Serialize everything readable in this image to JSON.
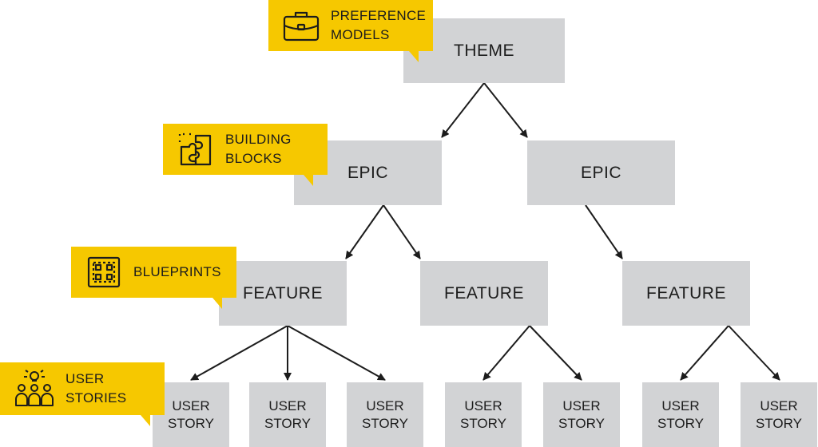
{
  "nodes": {
    "theme": "THEME",
    "epic_left": "EPIC",
    "epic_right": "EPIC",
    "feature_1": "FEATURE",
    "feature_2": "FEATURE",
    "feature_3": "FEATURE",
    "story_line1": "USER",
    "story_line2": "STORY"
  },
  "callouts": {
    "preference_models": {
      "line1": "PREFERENCE",
      "line2": "MODELS",
      "icon": "briefcase-icon"
    },
    "building_blocks": {
      "line1": "BUILDING",
      "line2": "BLOCKS",
      "icon": "puzzle-icon"
    },
    "blueprints": {
      "line1": "BLUEPRINTS",
      "icon": "blueprint-icon"
    },
    "user_stories": {
      "line1": "USER",
      "line2": "STORIES",
      "icon": "people-idea-icon"
    }
  },
  "colors": {
    "box": "#d2d3d5",
    "callout": "#f6c800",
    "arrow": "#1c1c1c"
  }
}
